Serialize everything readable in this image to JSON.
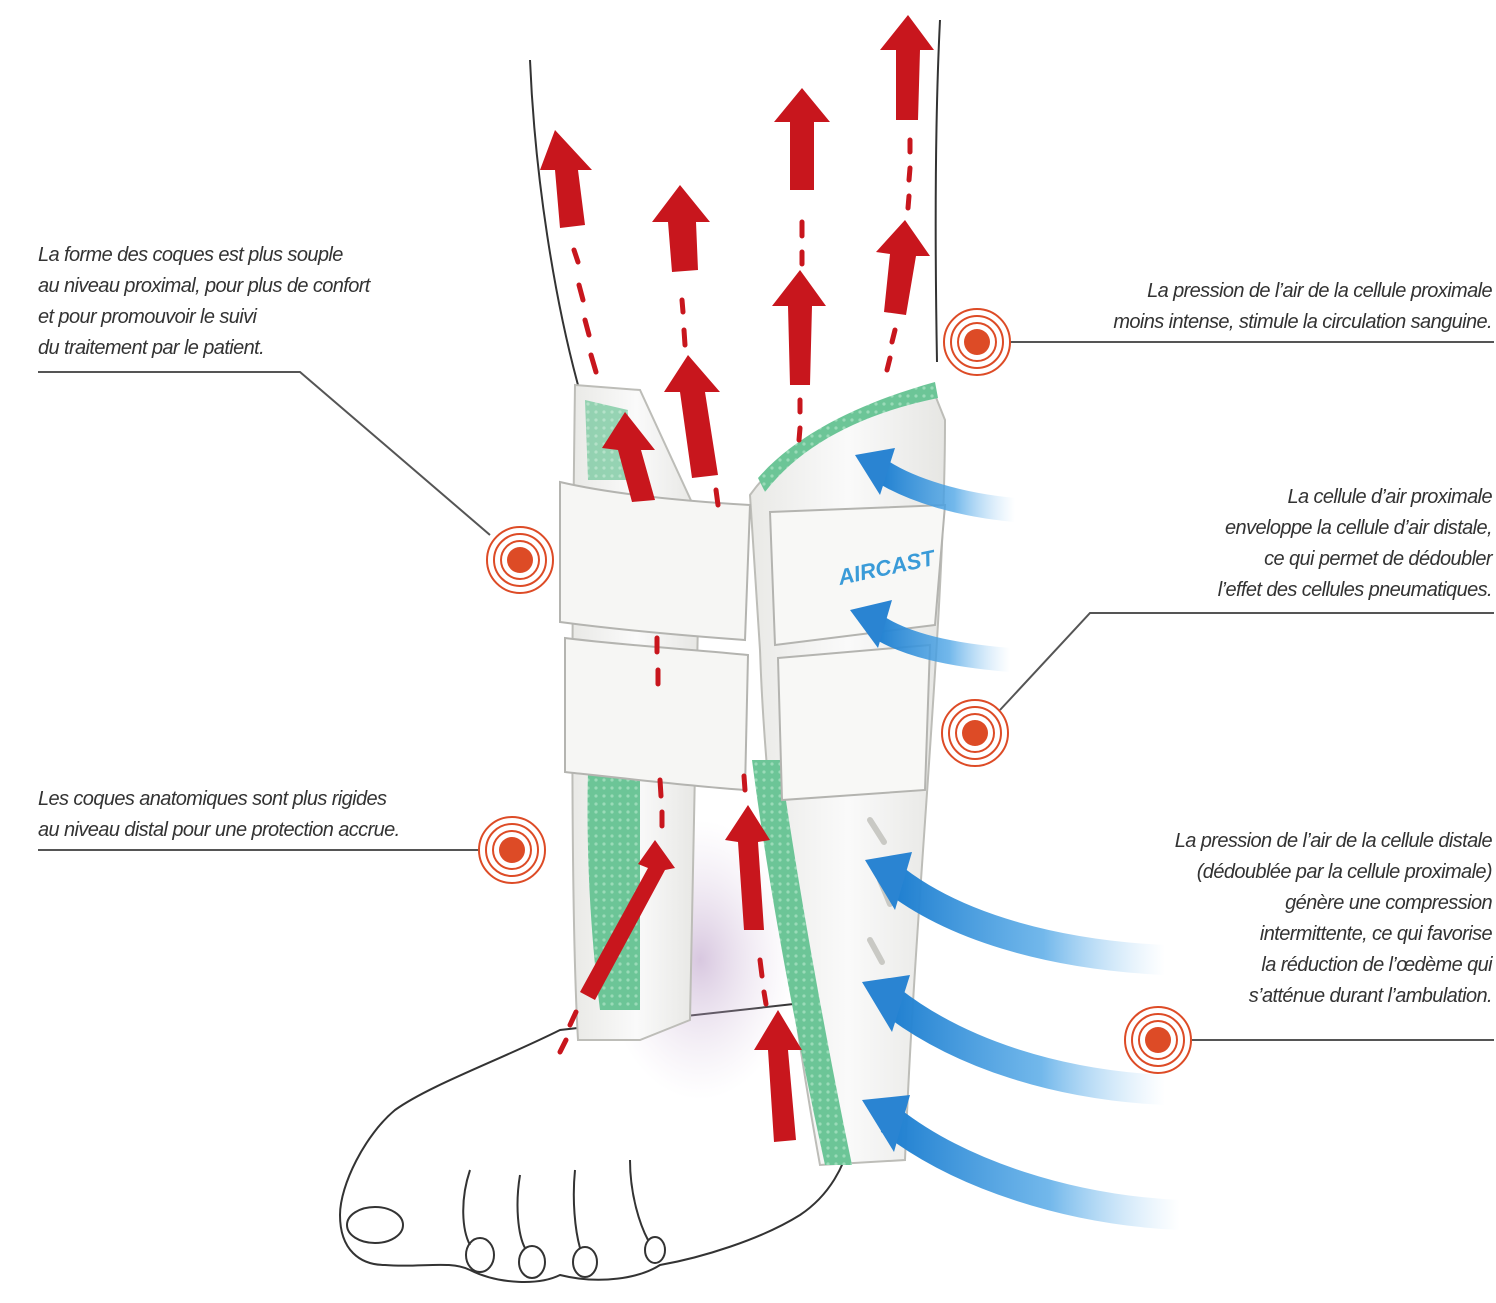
{
  "brand": {
    "logo_text": "AIRCAST"
  },
  "callouts": {
    "shell_proximal": {
      "lines": [
        "La forme des coques est plus souple",
        "au niveau proximal, pour plus de confort",
        "et pour promouvoir le suivi",
        "du traitement par le patient."
      ]
    },
    "shell_distal": {
      "lines": [
        "Les coques anatomiques sont plus rigides",
        "au niveau distal pour une protection accrue."
      ]
    },
    "air_proximal_pressure": {
      "lines": [
        "La pression de l’air de la cellule proximale",
        "moins intense, stimule la circulation sanguine."
      ]
    },
    "air_cell_envelope": {
      "lines": [
        "La cellule d’air proximale",
        "enveloppe la cellule d’air distale,",
        "ce qui permet de dédoubler",
        "l’effet des cellules pneumatiques."
      ]
    },
    "air_distal_pressure": {
      "lines": [
        "La pression de l’air de la cellule distale",
        "(dédoublée par la cellule proximale)",
        "génère une compression",
        "intermittente, ce qui favorise",
        "la réduction de l’œdème qui",
        "s’atténue durant l’ambulation."
      ]
    }
  },
  "colors": {
    "circulation_arrow": "#c8161d",
    "pressure_arrow": "#2d8fd8",
    "marker_fill": "#dd4b26",
    "marker_ring": "#dd4b26",
    "brace_shell": "#f3f3f1",
    "brace_lining": "#5cbf8a",
    "leader_line": "#555555"
  }
}
